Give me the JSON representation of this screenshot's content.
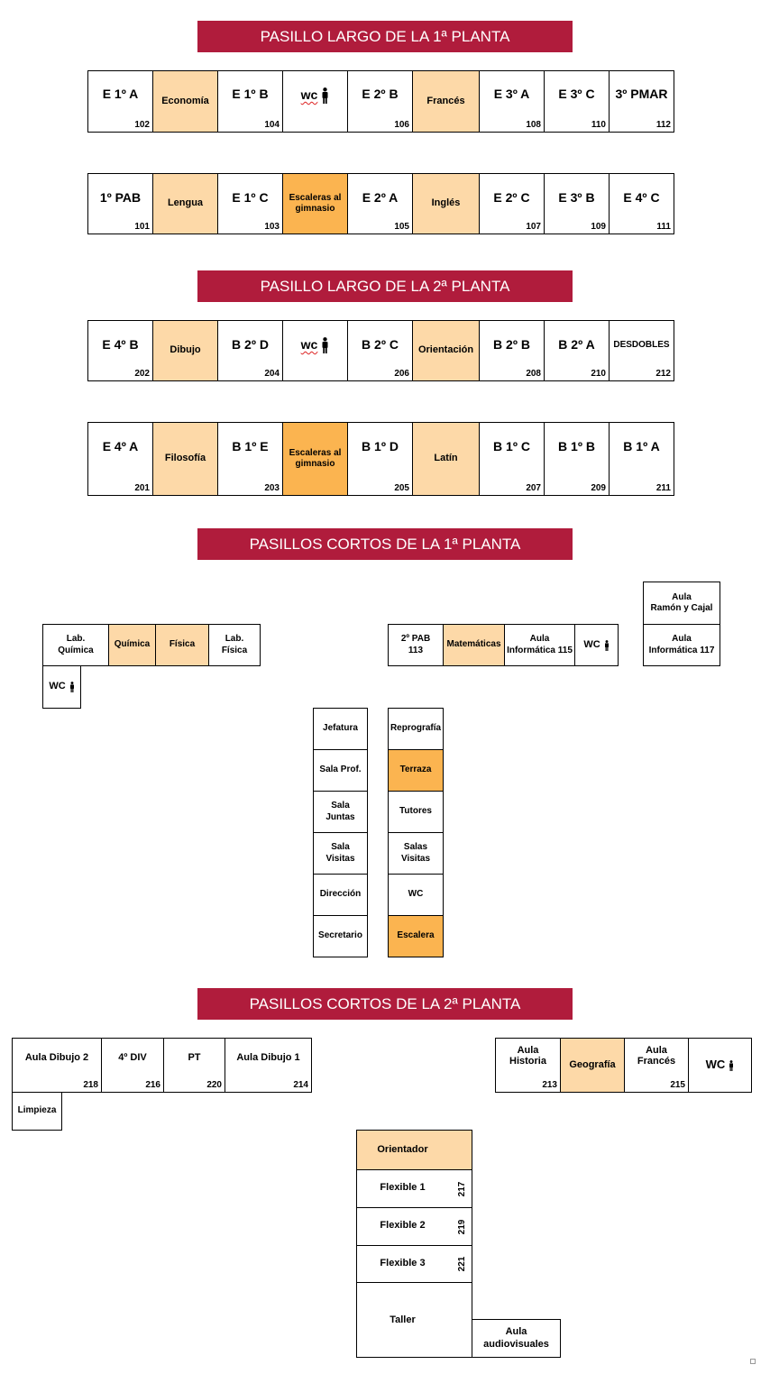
{
  "titles": {
    "p1_long": "PASILLO LARGO DE LA 1ª PLANTA",
    "p2_long": "PASILLO LARGO DE LA 2ª PLANTA",
    "p1_short": "PASILLOS CORTOS DE LA 1ª PLANTA",
    "p2_short": "PASILLOS CORTOS DE LA 2ª PLANTA"
  },
  "colors": {
    "banner": "#b01c3c",
    "light_orange": "#fdd9a8",
    "dark_orange": "#fbb450",
    "wc_underline": "#dd2222"
  },
  "p1_long": {
    "row1": [
      {
        "label": "E  1º A",
        "num": "102"
      },
      {
        "label": "Economía"
      },
      {
        "label": "E  1º B",
        "num": "104"
      },
      {
        "label": "wc",
        "icon": "person-icon"
      },
      {
        "label": "E  2º B",
        "num": "106"
      },
      {
        "label": "Francés"
      },
      {
        "label": "E  3º A",
        "num": "108"
      },
      {
        "label": "E  3º C",
        "num": "110"
      },
      {
        "label": "3º PMAR",
        "num": "112"
      }
    ],
    "row2": [
      {
        "label": "1º PAB",
        "num": "101"
      },
      {
        "label": "Lengua"
      },
      {
        "label": "E  1º C",
        "num": "103"
      },
      {
        "label": "Escaleras al gimnasio"
      },
      {
        "label": "E  2º A",
        "num": "105"
      },
      {
        "label": "Inglés"
      },
      {
        "label": "E  2º C",
        "num": "107"
      },
      {
        "label": "E  3º B",
        "num": "109"
      },
      {
        "label": "E  4º C",
        "num": "111"
      }
    ]
  },
  "p2_long": {
    "row1": [
      {
        "label": "E  4º B",
        "num": "202"
      },
      {
        "label": "Dibujo"
      },
      {
        "label": "B  2º D",
        "num": "204"
      },
      {
        "label": "wc",
        "icon": "person-icon"
      },
      {
        "label": "B  2º C",
        "num": "206"
      },
      {
        "label": "Orientación"
      },
      {
        "label": "B  2º B",
        "num": "208"
      },
      {
        "label": "B  2º A",
        "num": "210"
      },
      {
        "label": "DESDOBLES",
        "num": "212"
      }
    ],
    "row2": [
      {
        "label": "E 4º A",
        "num": "201"
      },
      {
        "label": "Filosofía"
      },
      {
        "label": "B  1º E",
        "num": "203"
      },
      {
        "label": "Escaleras al gimnasio"
      },
      {
        "label": "B  1º D",
        "num": "205"
      },
      {
        "label": "Latín"
      },
      {
        "label": "B  1º C",
        "num": "207"
      },
      {
        "label": "B  1º B",
        "num": "209"
      },
      {
        "label": "B  1º A",
        "num": "211"
      }
    ]
  },
  "p1_short": {
    "left": [
      "Lab.\nQuímica",
      "Química",
      "Física",
      "Lab.\nFísica"
    ],
    "left_wc": "WC",
    "mid": [
      "2º PAB\n113",
      "Matemáticas",
      "Aula\nInformática 115",
      "WC"
    ],
    "right": [
      "Aula\nRamón y Cajal",
      "Aula\nInformática 117"
    ],
    "col1": [
      "Jefatura",
      "Sala Prof.",
      "Sala Juntas",
      "Sala Visitas",
      "Dirección",
      "Secretario"
    ],
    "col2": [
      "Reprografía",
      "Terraza",
      "Tutores",
      "Salas\nVisitas",
      "WC",
      "Escalera"
    ]
  },
  "p2_short": {
    "left": [
      {
        "label": "Aula Dibujo 2",
        "num": "218"
      },
      {
        "label": "4º DIV",
        "num": "216"
      },
      {
        "label": "PT",
        "num": "220"
      },
      {
        "label": "Aula Dibujo 1",
        "num": "214"
      }
    ],
    "limpieza": "Limpieza",
    "right": [
      {
        "label": "Aula\nHistoria",
        "num": "213"
      },
      {
        "label": "Geografía"
      },
      {
        "label": "Aula\nFrancés",
        "num": "215"
      },
      {
        "label": "WC"
      }
    ],
    "col": [
      {
        "label": "Orientador"
      },
      {
        "label": "Flexible 1",
        "num": "217"
      },
      {
        "label": "Flexible 2",
        "num": "219"
      },
      {
        "label": "Flexible 3",
        "num": "221"
      },
      {
        "label": "Taller"
      }
    ],
    "audiovisuales": "Aula\naudiovisuales"
  }
}
